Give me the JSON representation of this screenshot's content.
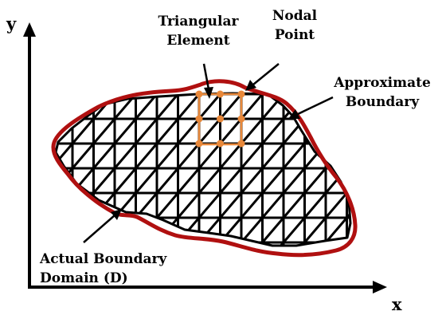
{
  "axes": {
    "x_label": "x",
    "y_label": "y"
  },
  "labels": {
    "triangular_element": [
      "Triangular",
      "Element"
    ],
    "nodal_point": [
      "Nodal",
      "Point"
    ],
    "approximate_boundary": [
      "Approximate",
      "Boundary"
    ],
    "actual_boundary_domain": [
      "Actual Boundary",
      "Domain (D)"
    ]
  },
  "colors": {
    "actual_boundary": "#c00000",
    "mesh": "#000000",
    "nodes": "#e8883a",
    "highlight_square": "#e8883a"
  },
  "icons": {
    "axis_arrowheads": "arrow-icon",
    "node_markers": "circle-icon"
  }
}
